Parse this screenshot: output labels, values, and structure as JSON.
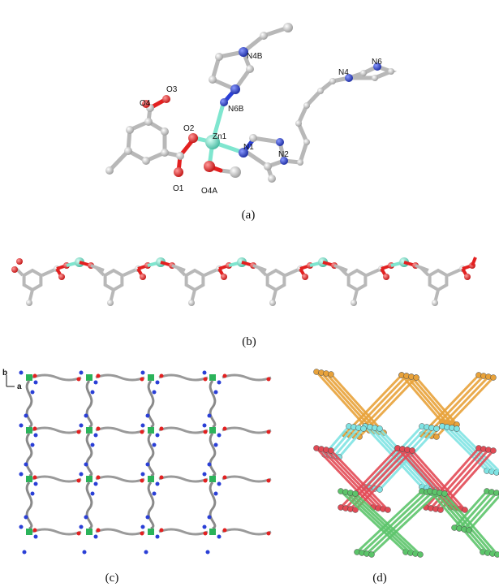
{
  "panels": {
    "a": {
      "caption": "(a)"
    },
    "b": {
      "caption": "(b)"
    },
    "c": {
      "caption": "(c)",
      "axis_b": "b",
      "axis_a": "a"
    },
    "d": {
      "caption": "(d)"
    }
  },
  "atom_labels": {
    "n4b": "N4B",
    "n6b": "N6B",
    "n4": "N4",
    "n6": "N6",
    "o2": "O2",
    "zn1": "Zn1",
    "n1": "N1",
    "n2": "N2",
    "o1": "O1",
    "o4a": "O4A",
    "o4": "O4",
    "o3": "O3"
  },
  "colors": {
    "carbon": "#bdbdbd",
    "oxygen": "#e32020",
    "nitrogen": "#2a3fd6",
    "zinc": "#7fe6cf",
    "zinc_c": "#2bb35a",
    "layer_orange": "#e8a23a",
    "layer_cyan": "#7fe3e3",
    "layer_red": "#e24a55",
    "layer_green": "#5cc46a"
  }
}
